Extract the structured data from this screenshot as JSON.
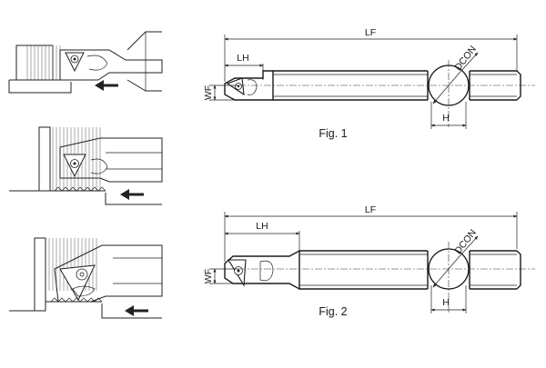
{
  "dimensions": {
    "lf": "LF",
    "lh": "LH",
    "wf": "WF",
    "dcon": "DCON",
    "h": "H"
  },
  "figures": {
    "fig1": "Fig. 1",
    "fig2": "Fig. 2"
  }
}
